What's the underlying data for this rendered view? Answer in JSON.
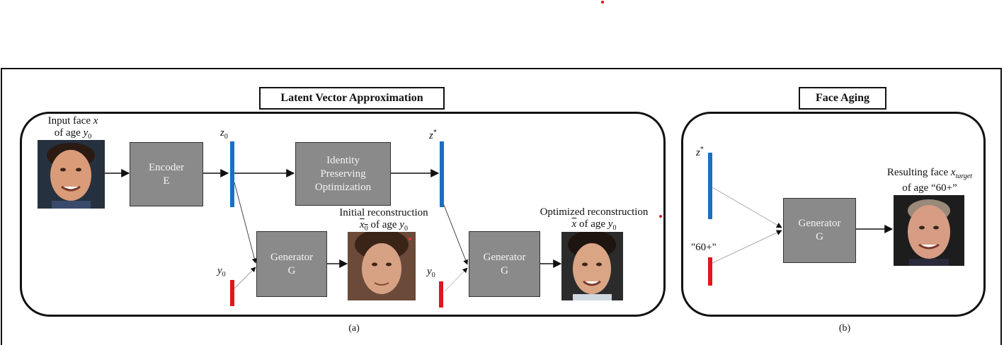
{
  "panel_a": {
    "title": "Latent Vector Approximation",
    "caption": "(a)",
    "input_face": {
      "line1": "Input face",
      "var": "x",
      "line2": "of age",
      "age_var": "y",
      "age_sub": "0"
    },
    "encoder": {
      "line1": "Encoder",
      "line2": "E"
    },
    "z0_label": {
      "base": "z",
      "sub": "0"
    },
    "identity_block": {
      "line1": "Identity",
      "line2": "Preserving",
      "line3": "Optimization"
    },
    "zstar_label": {
      "base": "z",
      "sup": "*"
    },
    "generator1": {
      "line1": "Generator",
      "line2": "G"
    },
    "y0_label_1": {
      "base": "y",
      "sub": "0"
    },
    "initial_recon": {
      "line1": "Initial reconstruction",
      "var": "x",
      "var_sub": "0",
      "line2": "of age",
      "age_var": "y",
      "age_sub": "0"
    },
    "y0_label_2": {
      "base": "y",
      "sub": "0"
    },
    "generator2": {
      "line1": "Generator",
      "line2": "G"
    },
    "optimized_recon": {
      "line1": "Optimized reconstruction",
      "var": "x",
      "line2": "of age",
      "age_var": "y",
      "age_sub": "0"
    }
  },
  "panel_b": {
    "title": "Face Aging",
    "caption": "(b)",
    "zstar_label": {
      "base": "z",
      "sup": "*"
    },
    "age_label": "\"60+\"",
    "generator": {
      "line1": "Generator",
      "line2": "G"
    },
    "result": {
      "line1": "Resulting face",
      "var": "x",
      "var_sub": "target",
      "line2": "of age “60+”"
    }
  },
  "colors": {
    "latent_vector": "#1a6fc4",
    "age_vector": "#e0161b",
    "block_fill": "#8a8a8a"
  }
}
